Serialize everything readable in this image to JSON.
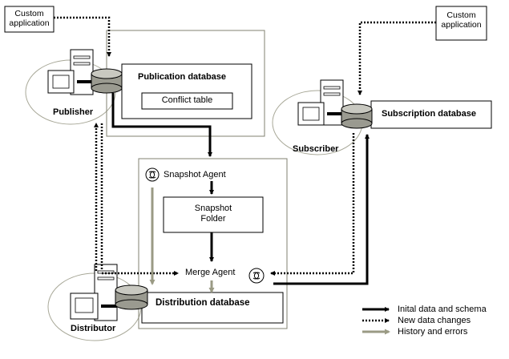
{
  "nodes": {
    "custom_app_left": "Custom application",
    "custom_app_right": "Custom application",
    "publisher": "Publisher",
    "publication_db": "Publication database",
    "conflict_table": "Conflict table",
    "subscriber": "Subscriber",
    "subscription_db": "Subscription database",
    "snapshot_agent": "Snapshot Agent",
    "snapshot_folder": "Snapshot Folder",
    "merge_agent": "Merge Agent",
    "distributor": "Distributor",
    "distribution_db": "Distribution database"
  },
  "legend": [
    {
      "style": "solid-black",
      "label": "Inital data and schema"
    },
    {
      "style": "dotted-black",
      "label": "New data changes"
    },
    {
      "style": "solid-gray",
      "label": "History and errors"
    }
  ],
  "colors": {
    "ink": "#000000",
    "frame": "#808070",
    "history": "#9a9a84",
    "ring": "#a8a898",
    "server_fill": "#ffffff",
    "disk_top": "#c8c8c0",
    "disk_side": "#9a9a90"
  }
}
